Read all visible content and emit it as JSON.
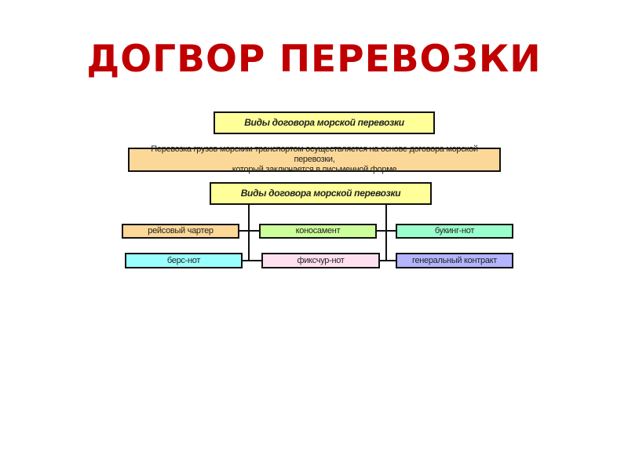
{
  "slide": {
    "title": "ДОГВОР ПЕРЕВОЗКИ"
  },
  "diagram": {
    "top_header": "Виды  договора  морской  перевозки",
    "description_line1": "Перевозка грузов морским транспортом осуществляется на  основе договора морской перевозки,",
    "description_line2": "который  заключается  в   письменной   форме",
    "main_header": "Виды  договора  морской  перевозки",
    "types": [
      {
        "label": "рейсовый  чартер",
        "color": "#fcd898"
      },
      {
        "label": "коносамент",
        "color": "#ccff99"
      },
      {
        "label": "букинг-нот",
        "color": "#99ffcc"
      },
      {
        "label": "берс-нот",
        "color": "#99ffff"
      },
      {
        "label": "фиксчур-нот",
        "color": "#ffe0f0"
      },
      {
        "label": "генеральный контракт",
        "color": "#b4b4ff"
      }
    ]
  }
}
